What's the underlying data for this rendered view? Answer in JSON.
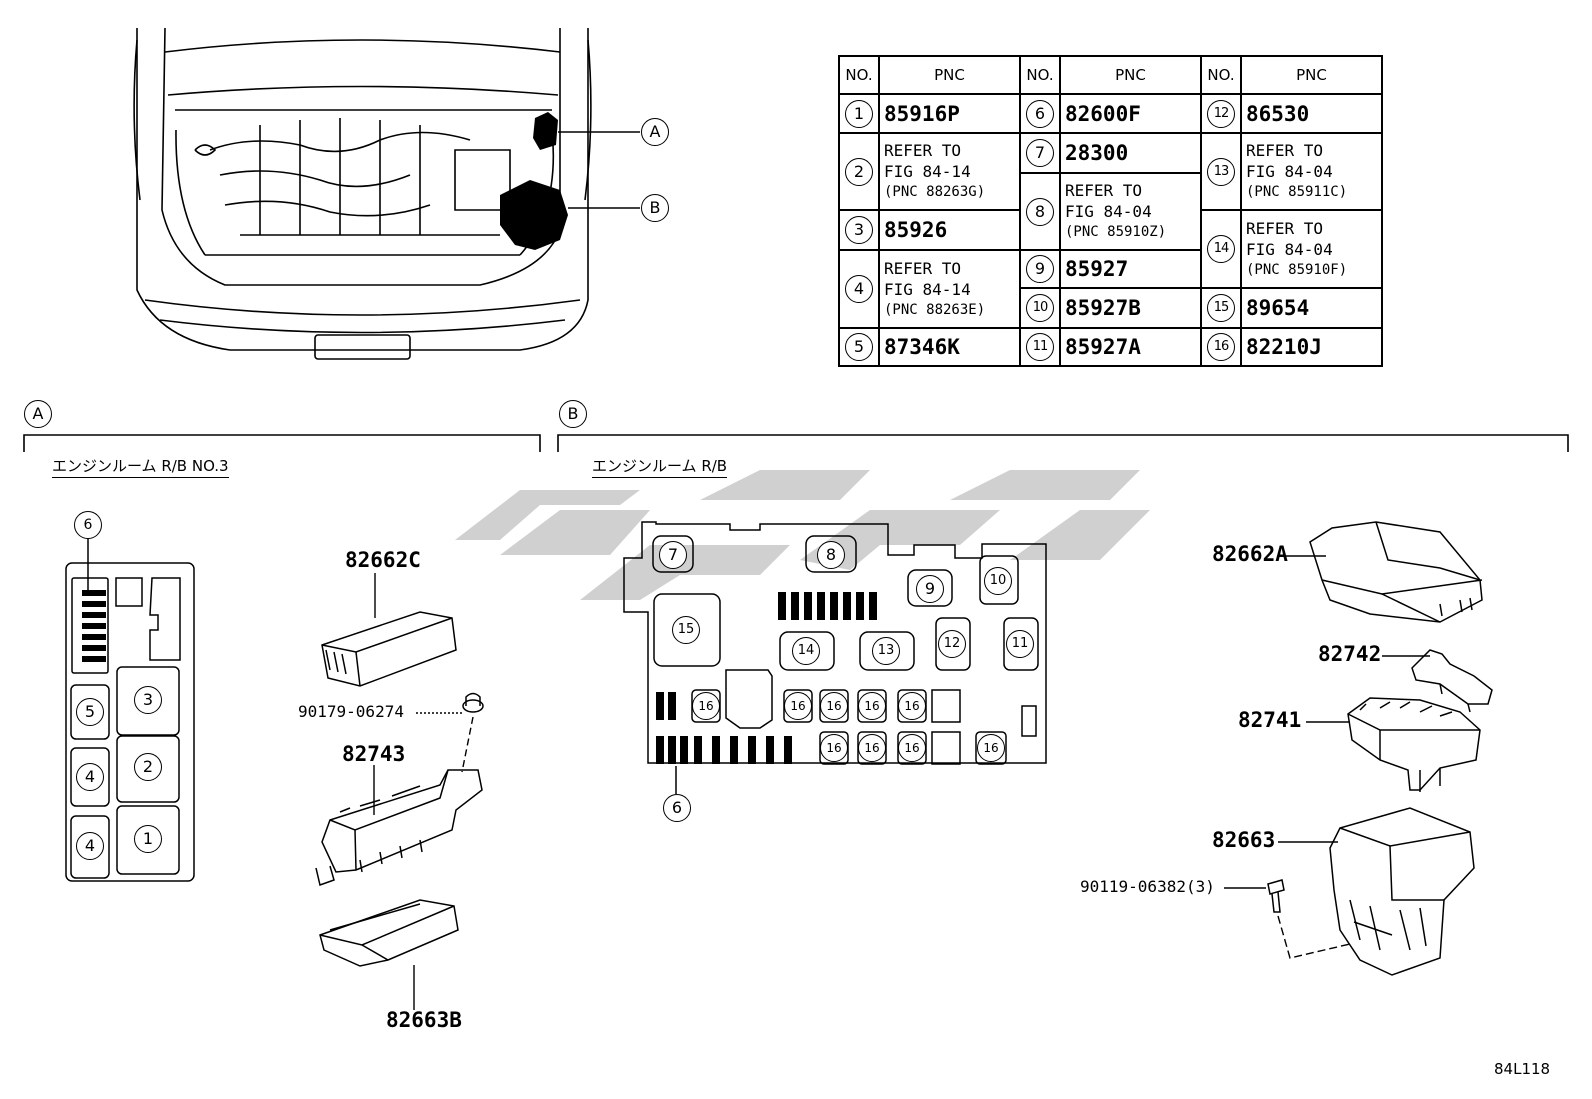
{
  "table": {
    "headers": [
      "NO.",
      "PNC"
    ],
    "items": [
      {
        "no": "1",
        "pnc": "85916P"
      },
      {
        "no": "2",
        "lines": [
          "REFER TO",
          "FIG 84-14",
          "(PNC 88263G)"
        ]
      },
      {
        "no": "3",
        "pnc": "85926"
      },
      {
        "no": "4",
        "lines": [
          "REFER TO",
          "FIG 84-14",
          "(PNC 88263E)"
        ]
      },
      {
        "no": "5",
        "pnc": "87346K"
      },
      {
        "no": "6",
        "pnc": "82600F"
      },
      {
        "no": "7",
        "pnc": "28300"
      },
      {
        "no": "8",
        "lines": [
          "REFER TO",
          "FIG 84-04",
          "(PNC 85910Z)"
        ]
      },
      {
        "no": "9",
        "pnc": "85927"
      },
      {
        "no": "10",
        "pnc": "85927B"
      },
      {
        "no": "11",
        "pnc": "85927A"
      },
      {
        "no": "12",
        "pnc": "86530"
      },
      {
        "no": "13",
        "lines": [
          "REFER TO",
          "FIG 84-04",
          "(PNC 85911C)"
        ]
      },
      {
        "no": "14",
        "lines": [
          "REFER TO",
          "FIG 84-04",
          "(PNC 85910F)"
        ]
      },
      {
        "no": "15",
        "pnc": "89654"
      },
      {
        "no": "16",
        "pnc": "82210J"
      }
    ]
  },
  "views": {
    "a": {
      "marker": "A",
      "title": "エンジンルーム R/B NO.3"
    },
    "b": {
      "marker": "B",
      "title": "エンジンルーム R/B"
    }
  },
  "parts_a": {
    "cover": "82662C",
    "bolt": "90179-06274",
    "block": "82743",
    "case": "82663B"
  },
  "parts_b": {
    "cover": "82662A",
    "clip": "82742",
    "block": "82741",
    "case": "82663",
    "bolt": "90119-06382(3)"
  },
  "box_a_labels": {
    "fuse": "6",
    "r5": "5",
    "r3": "3",
    "r4a": "4",
    "r2": "2",
    "r4b": "4",
    "r1": "1"
  },
  "box_b_labels": {
    "s7": "7",
    "s8": "8",
    "s9": "9",
    "s10": "10",
    "s15": "15",
    "s14": "14",
    "s13": "13",
    "s12": "12",
    "s11": "11",
    "s6": "6",
    "s16": "16"
  },
  "figure_id": "84L118"
}
